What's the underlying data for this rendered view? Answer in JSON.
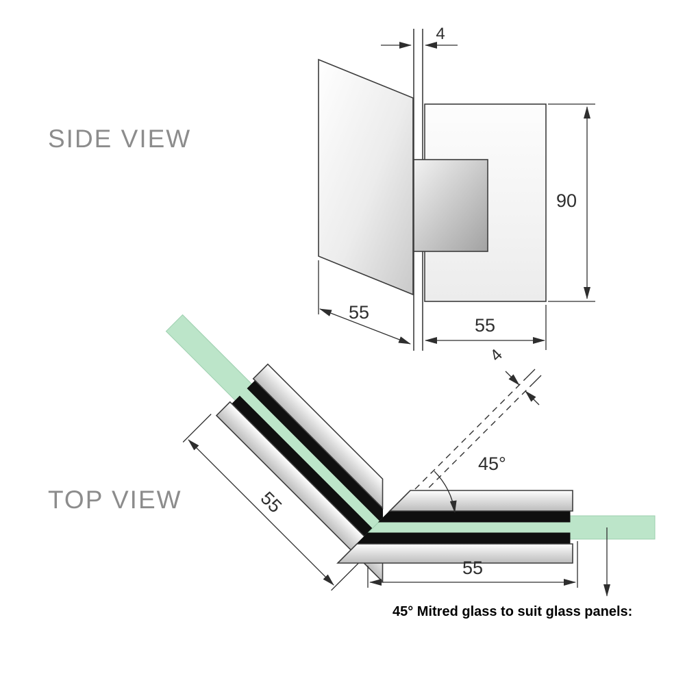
{
  "labels": {
    "side_view": "SIDE VIEW",
    "top_view": "TOP VIEW"
  },
  "side_view": {
    "glass_thickness": "4",
    "hinge_height": "90",
    "panel_width": "55",
    "plate_width": "55"
  },
  "top_view": {
    "glass_thickness": "4",
    "mitre_angle": "45°",
    "diagonal_clamp_width": "55",
    "horizontal_clamp_width": "55"
  },
  "note": "45° Mitred glass to suit glass panels:",
  "colors": {
    "glass_green": "#bce5c9",
    "outline": "#3c3c3c",
    "dimension": "#2e2e2e",
    "label_gray": "#8c8c8c"
  }
}
